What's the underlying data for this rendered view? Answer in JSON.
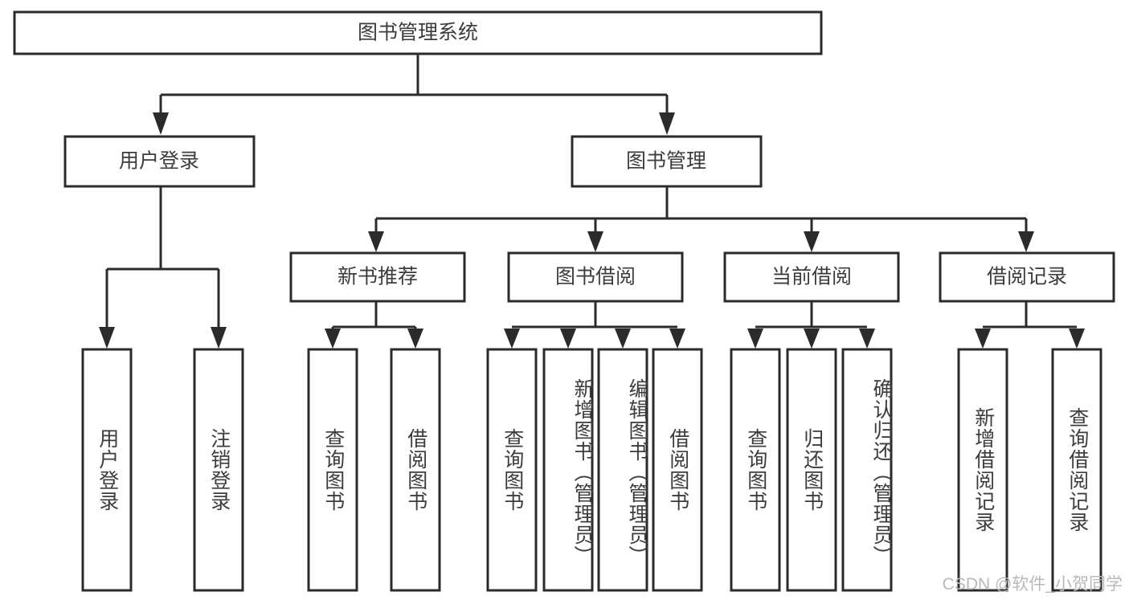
{
  "diagram": {
    "type": "tree",
    "title": "图书管理系统",
    "watermark": "CSDN @软件_小贺同学",
    "root": {
      "id": "root",
      "label": "图书管理系统",
      "orientation": "horizontal"
    },
    "level2": [
      {
        "id": "user-login",
        "label": "用户登录",
        "orientation": "horizontal"
      },
      {
        "id": "book-management",
        "label": "图书管理",
        "orientation": "horizontal"
      }
    ],
    "level3": [
      {
        "id": "new-book-recommend",
        "label": "新书推荐",
        "parent": "book-management",
        "orientation": "horizontal"
      },
      {
        "id": "book-borrow",
        "label": "图书借阅",
        "parent": "book-management",
        "orientation": "horizontal"
      },
      {
        "id": "current-borrow",
        "label": "当前借阅",
        "parent": "book-management",
        "orientation": "horizontal"
      },
      {
        "id": "borrow-record",
        "label": "借阅记录",
        "parent": "book-management",
        "orientation": "horizontal"
      }
    ],
    "leaves": [
      {
        "id": "leaf-user-login",
        "label": "用户登录",
        "parent": "user-login",
        "orientation": "vertical"
      },
      {
        "id": "leaf-logout-login",
        "label": "注销登录",
        "parent": "user-login",
        "orientation": "vertical"
      },
      {
        "id": "leaf-query-book-1",
        "label": "查询图书",
        "parent": "new-book-recommend",
        "orientation": "vertical"
      },
      {
        "id": "leaf-borrow-book-1",
        "label": "借阅图书",
        "parent": "new-book-recommend",
        "orientation": "vertical"
      },
      {
        "id": "leaf-query-book-2",
        "label": "查询图书",
        "parent": "book-borrow",
        "orientation": "vertical"
      },
      {
        "id": "leaf-add-book",
        "label": "新增图书（管理员）",
        "parent": "book-borrow",
        "orientation": "vertical"
      },
      {
        "id": "leaf-edit-book",
        "label": "编辑图书（管理员）",
        "parent": "book-borrow",
        "orientation": "vertical"
      },
      {
        "id": "leaf-borrow-book-2",
        "label": "借阅图书",
        "parent": "book-borrow",
        "orientation": "vertical"
      },
      {
        "id": "leaf-query-book-3",
        "label": "查询图书",
        "parent": "current-borrow",
        "orientation": "vertical"
      },
      {
        "id": "leaf-return-book",
        "label": "归还图书",
        "parent": "current-borrow",
        "orientation": "vertical"
      },
      {
        "id": "leaf-confirm-return",
        "label": "确认归还（管理员）",
        "parent": "current-borrow",
        "orientation": "vertical"
      },
      {
        "id": "leaf-add-record",
        "label": "新增借阅记录",
        "parent": "borrow-record",
        "orientation": "vertical"
      },
      {
        "id": "leaf-query-record",
        "label": "查询借阅记录",
        "parent": "borrow-record",
        "orientation": "vertical"
      }
    ],
    "colors": {
      "stroke": "#2b2b2b",
      "fill": "#ffffff",
      "text": "#3c3c3c",
      "watermark": "#b9b9b9"
    }
  }
}
